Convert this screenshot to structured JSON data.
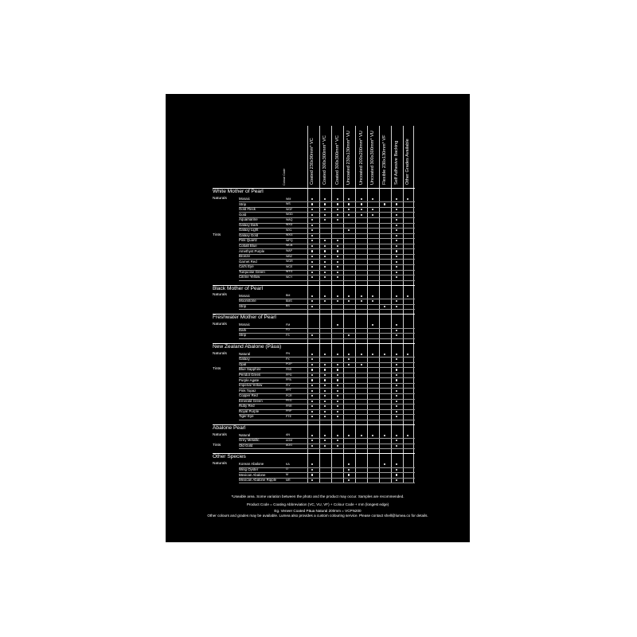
{
  "colour_code_header": "Colour Code",
  "columns": [
    "Coated 230x90mm* VC",
    "Coated 300x300mm* VC",
    "Coated 300x300mm* VC",
    "Uncoated 230x130mm* VU",
    "Uncoated 200x200mm* VU",
    "Uncoated 300x300mm* VU",
    "Flexible 230x130mm* VF",
    "Self Adhesive Backing",
    "Other Grades Available"
  ],
  "sections": [
    {
      "title": "White Mother of Pearl",
      "rows": [
        {
          "group": "Naturals",
          "name": "Mosaic",
          "code": "WM",
          "dots": [
            1,
            1,
            1,
            1,
            1,
            1,
            0,
            1,
            1
          ]
        },
        {
          "group": "",
          "name": "Strip",
          "code": "WS",
          "dots": [
            1,
            1,
            1,
            1,
            1,
            0,
            1,
            1,
            0
          ]
        },
        {
          "group": "",
          "name": "Gold Fleck",
          "code": "WGF",
          "dots": [
            1,
            1,
            1,
            1,
            1,
            1,
            0,
            1,
            0
          ]
        },
        {
          "group": "",
          "name": "Gold",
          "code": "WGD",
          "dots": [
            1,
            1,
            1,
            1,
            1,
            1,
            0,
            1,
            0
          ]
        },
        {
          "group": "",
          "name": "Aquamarine",
          "code": "WAQ",
          "dots": [
            1,
            1,
            1,
            0,
            0,
            0,
            0,
            1,
            0
          ]
        },
        {
          "group": "",
          "name": "Galaxy Dark",
          "code": "WXD",
          "dots": [
            1,
            0,
            0,
            0,
            0,
            0,
            0,
            1,
            0
          ]
        },
        {
          "group": "",
          "name": "Galaxy Light",
          "code": "WXL",
          "dots": [
            1,
            0,
            0,
            1,
            0,
            0,
            0,
            1,
            0
          ]
        },
        {
          "group": "Tints",
          "name": "Galaxy Gold",
          "code": "WXG",
          "dots": [
            1,
            0,
            0,
            0,
            0,
            0,
            0,
            1,
            0
          ]
        },
        {
          "group": "",
          "name": "Pink Quartz",
          "code": "WPQ",
          "dots": [
            1,
            1,
            1,
            0,
            0,
            0,
            0,
            1,
            0
          ]
        },
        {
          "group": "",
          "name": "Cobalt Blue",
          "code": "WCB",
          "dots": [
            1,
            1,
            1,
            0,
            0,
            0,
            0,
            1,
            0
          ]
        },
        {
          "group": "",
          "name": "Amethyst Purple",
          "code": "WAP",
          "dots": [
            1,
            1,
            1,
            0,
            0,
            0,
            0,
            1,
            0
          ]
        },
        {
          "group": "",
          "name": "Bronze",
          "code": "WBZ",
          "dots": [
            1,
            1,
            1,
            0,
            0,
            0,
            0,
            1,
            0
          ]
        },
        {
          "group": "",
          "name": "Garnet Red",
          "code": "WGR",
          "dots": [
            1,
            1,
            1,
            0,
            0,
            0,
            0,
            1,
            0
          ]
        },
        {
          "group": "",
          "name": "Cat's Eye",
          "code": "WCE",
          "dots": [
            1,
            1,
            1,
            0,
            0,
            0,
            0,
            1,
            0
          ]
        },
        {
          "group": "",
          "name": "Turquoise Green",
          "code": "WTG",
          "dots": [
            1,
            1,
            1,
            0,
            0,
            0,
            0,
            1,
            0
          ]
        },
        {
          "group": "",
          "name": "Citrine Yellow",
          "code": "WCY",
          "dots": [
            1,
            1,
            1,
            0,
            0,
            0,
            0,
            1,
            0
          ]
        }
      ]
    },
    {
      "title": "Black Mother of Pearl",
      "rows": [
        {
          "group": "Naturals",
          "name": "Mosaic",
          "code": "BM",
          "dots": [
            1,
            1,
            1,
            1,
            1,
            1,
            0,
            1,
            1
          ]
        },
        {
          "group": "",
          "name": "Moonstone",
          "code": "BMS",
          "dots": [
            1,
            1,
            1,
            1,
            1,
            1,
            0,
            1,
            0
          ]
        },
        {
          "group": "",
          "name": "Strip",
          "code": "BS",
          "dots": [
            1,
            0,
            0,
            0,
            0,
            0,
            1,
            1,
            0
          ]
        }
      ]
    },
    {
      "title": "Freshwater Mother of Pearl",
      "rows": [
        {
          "group": "Naturals",
          "name": "Mosaic",
          "code": "FM",
          "dots": [
            0,
            0,
            1,
            0,
            0,
            1,
            0,
            1,
            0
          ]
        },
        {
          "group": "",
          "name": "Dark",
          "code": "FD",
          "dots": [
            0,
            0,
            0,
            0,
            0,
            0,
            0,
            1,
            0
          ]
        },
        {
          "group": "",
          "name": "Strip",
          "code": "FS",
          "dots": [
            1,
            0,
            0,
            1,
            0,
            0,
            0,
            1,
            0
          ]
        }
      ]
    },
    {
      "title": "New Zealand Abalone (Pāua)",
      "rows": [
        {
          "group": "Naturals",
          "name": "Natural",
          "code": "PN",
          "dots": [
            1,
            1,
            1,
            1,
            1,
            1,
            1,
            1,
            1
          ]
        },
        {
          "group": "",
          "name": "Galaxy",
          "code": "PX",
          "dots": [
            1,
            0,
            0,
            1,
            0,
            0,
            0,
            1,
            0
          ]
        },
        {
          "group": "",
          "name": "Opal",
          "code": "POP",
          "dots": [
            1,
            1,
            1,
            1,
            1,
            0,
            0,
            1,
            0
          ]
        },
        {
          "group": "Tints",
          "name": "Blue Sapphire",
          "code": "PBS",
          "dots": [
            1,
            1,
            1,
            0,
            0,
            0,
            0,
            1,
            0
          ]
        },
        {
          "group": "",
          "name": "Peridot Green",
          "code": "PPG",
          "dots": [
            1,
            1,
            1,
            0,
            0,
            0,
            0,
            1,
            0
          ]
        },
        {
          "group": "",
          "name": "Purple Agate",
          "code": "PPA",
          "dots": [
            1,
            1,
            1,
            0,
            0,
            0,
            0,
            1,
            0
          ]
        },
        {
          "group": "",
          "name": "Imperial Yellow",
          "code": "PIY",
          "dots": [
            1,
            1,
            1,
            0,
            0,
            0,
            0,
            1,
            0
          ]
        },
        {
          "group": "",
          "name": "Pink Topaz",
          "code": "PPT",
          "dots": [
            1,
            1,
            1,
            0,
            0,
            0,
            0,
            1,
            0
          ]
        },
        {
          "group": "",
          "name": "Copper Red",
          "code": "PCR",
          "dots": [
            1,
            1,
            1,
            0,
            0,
            0,
            0,
            1,
            0
          ]
        },
        {
          "group": "",
          "name": "Emerald Green",
          "code": "PEG",
          "dots": [
            1,
            1,
            1,
            0,
            0,
            0,
            0,
            1,
            0
          ]
        },
        {
          "group": "",
          "name": "Ruby Red",
          "code": "PRR",
          "dots": [
            1,
            1,
            1,
            0,
            0,
            0,
            0,
            1,
            0
          ]
        },
        {
          "group": "",
          "name": "Royal Purple",
          "code": "PRP",
          "dots": [
            1,
            1,
            1,
            0,
            0,
            0,
            0,
            1,
            0
          ]
        },
        {
          "group": "",
          "name": "Tiger Eye",
          "code": "PTE",
          "dots": [
            1,
            1,
            1,
            0,
            0,
            0,
            0,
            1,
            0
          ]
        }
      ]
    },
    {
      "title": "Abalone Pearl",
      "rows": [
        {
          "group": "Naturals",
          "name": "Natural",
          "code": "AN",
          "dots": [
            1,
            1,
            1,
            1,
            1,
            1,
            1,
            1,
            1
          ]
        },
        {
          "group": "",
          "name": "Grey Metallic",
          "code": "AGM",
          "dots": [
            1,
            1,
            1,
            0,
            0,
            0,
            0,
            1,
            0
          ]
        },
        {
          "group": "Tints",
          "name": "Old Gold",
          "code": "AOG",
          "dots": [
            1,
            1,
            1,
            0,
            0,
            0,
            0,
            1,
            0
          ]
        }
      ]
    },
    {
      "title": "Other Species",
      "rows": [
        {
          "group": "Naturals",
          "name": "Korean Abalone",
          "code": "KA",
          "dots": [
            1,
            0,
            0,
            1,
            0,
            0,
            1,
            1,
            0
          ]
        },
        {
          "group": "",
          "name": "Wing Oyster",
          "code": "O",
          "dots": [
            1,
            0,
            0,
            1,
            0,
            0,
            0,
            1,
            0
          ]
        },
        {
          "group": "",
          "name": "Mexican Abalone",
          "code": "M",
          "dots": [
            1,
            0,
            0,
            1,
            0,
            0,
            0,
            1,
            0
          ]
        },
        {
          "group": "",
          "name": "Mexican Abalone Ripple",
          "code": "MR",
          "dots": [
            1,
            0,
            0,
            1,
            0,
            0,
            0,
            1,
            0
          ]
        }
      ]
    }
  ],
  "footer": [
    "*Useable area. Some variation between the photo and the product may occur. Samples are recommended.",
    "Product Code = Coating  Abbreviation (VC, VU, VF) + Colour Code + mm (longest edge)",
    "Eg. Veneer Coated Pāua Natural 200mm = VCPN200",
    "Other colours and grades may be available. Lumea also provides a custom colouring service. Please contact shell@lumea.co for details."
  ],
  "colors": {
    "page": "#ffffff",
    "sheet": "#000000",
    "text": "#ffffff"
  }
}
